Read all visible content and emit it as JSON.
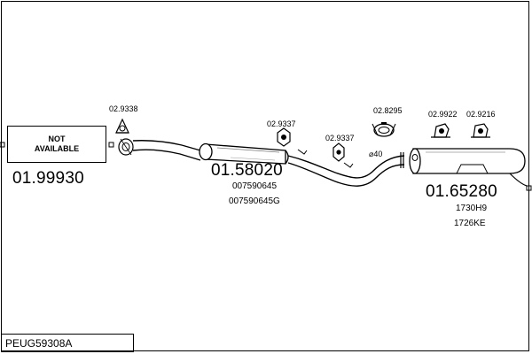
{
  "labels": {
    "not_available_line1": "NOT",
    "not_available_line2": "AVAILABLE",
    "part_front": "01.99930",
    "part_middle": "01.58020",
    "part_rear": "01.65280",
    "oe_middle_1": "007590645",
    "oe_middle_2": "007590645G",
    "oe_rear_1": "1730H9",
    "oe_rear_2": "1726KE",
    "fit_gasket": "02.9338",
    "fit_hanger_a": "02.9337",
    "fit_hanger_b": "02.9337",
    "fit_clamp": "02.8295",
    "fit_mount_a": "02.9922",
    "fit_mount_b": "02.9216",
    "diameter": "⌀40",
    "model_code": "PEUG59308A"
  }
}
